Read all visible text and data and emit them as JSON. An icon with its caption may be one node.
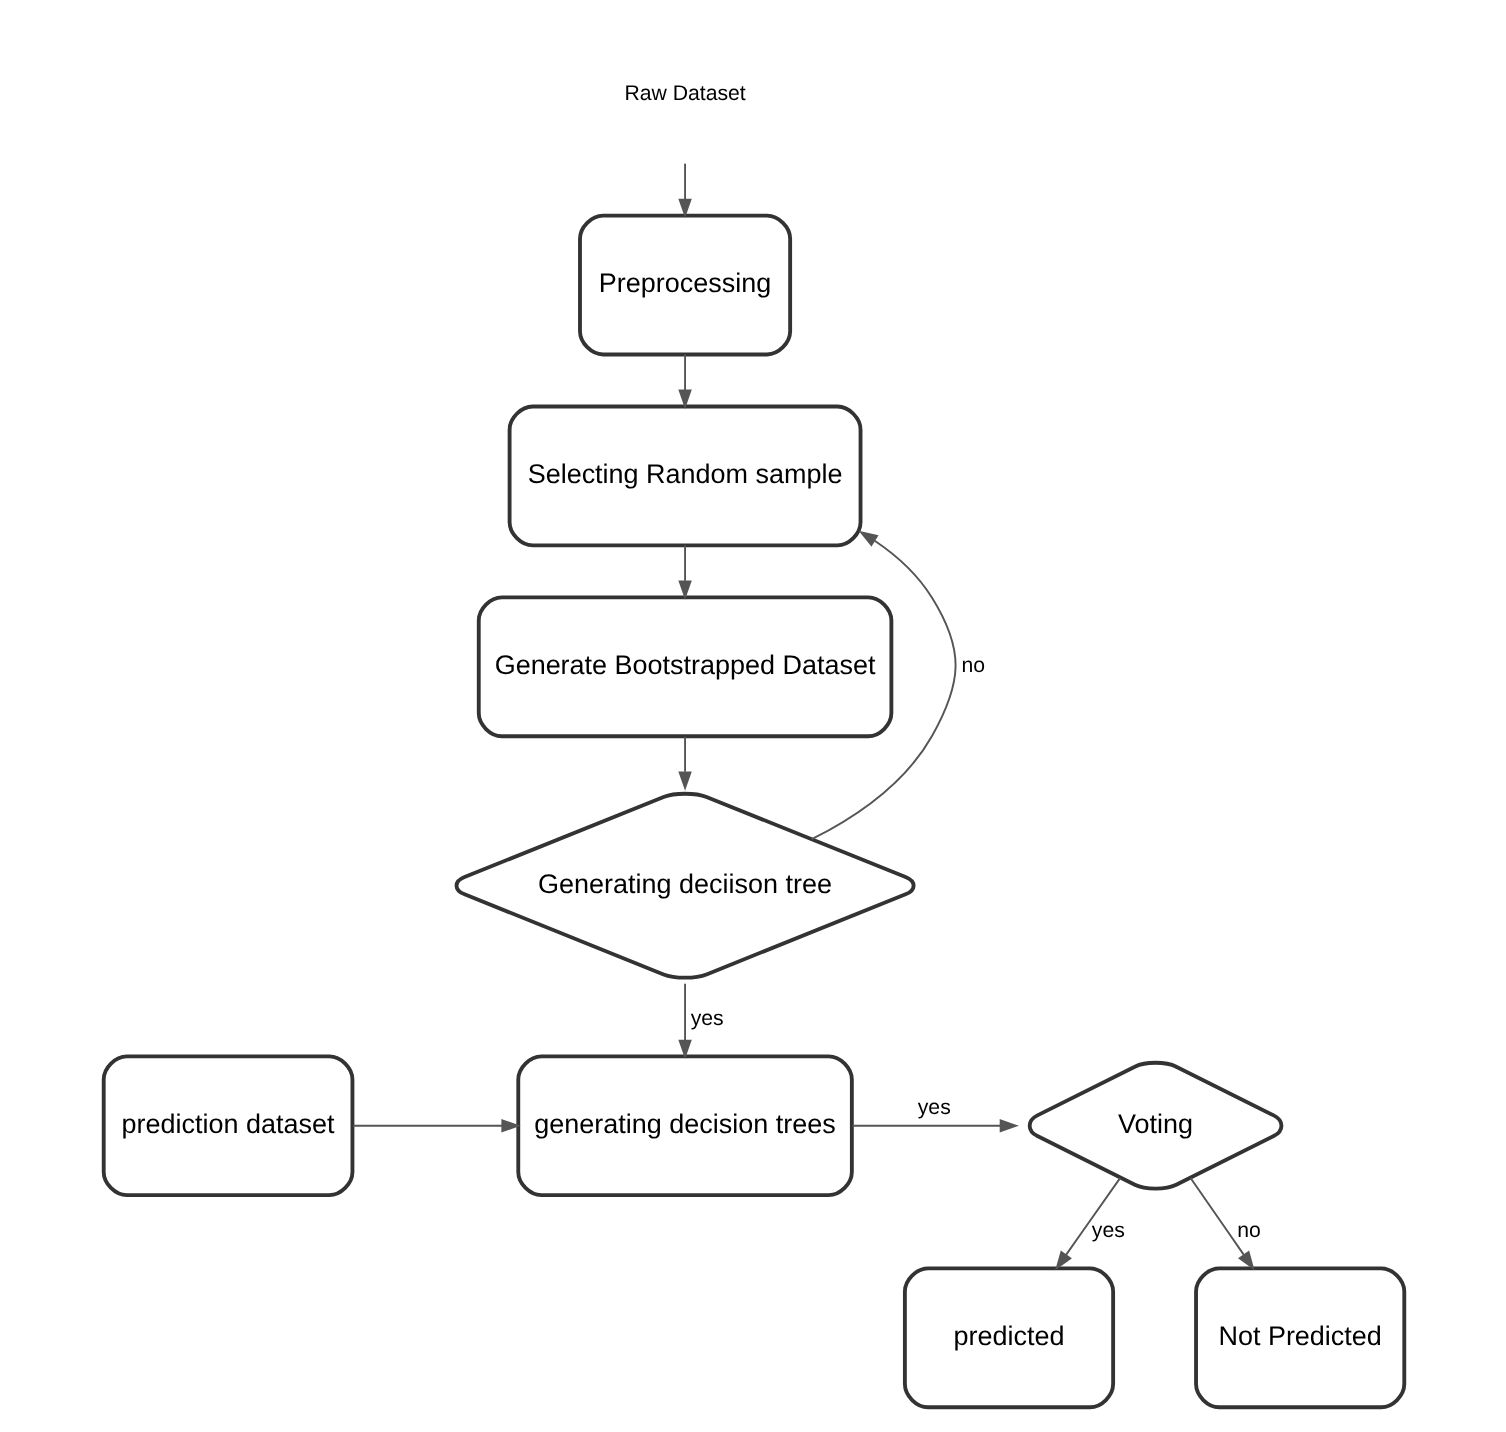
{
  "diagram": {
    "nodes": [
      {
        "text": [
          "Raw Dataset"
        ]
      },
      {
        "text": [
          "Preprocessing"
        ]
      },
      {
        "text": [
          "Selecting Random sample"
        ]
      },
      {
        "text": [
          "Generate Bootstrapped Dataset"
        ]
      },
      {
        "text": [
          "Generating deciison tree"
        ]
      },
      {
        "text": [
          "prediction dataset"
        ]
      },
      {
        "text": [
          "generating decision trees"
        ]
      },
      {
        "text": [
          "Voting"
        ]
      },
      {
        "text": [
          "predicted"
        ]
      },
      {
        "text": [
          "Not Predicted"
        ]
      }
    ],
    "edges": [
      {
        "from": 0,
        "to": 1,
        "arrow": "to"
      },
      {
        "from": 1,
        "to": 2,
        "arrow": "to"
      },
      {
        "from": 2,
        "to": 3,
        "arrow": "to"
      },
      {
        "from": 3,
        "to": 4,
        "arrow": "to"
      },
      {
        "from": 4,
        "to": 2,
        "arrow": "to",
        "label": "no"
      },
      {
        "from": 4,
        "to": 6,
        "arrow": "to",
        "label": "yes"
      },
      {
        "from": 5,
        "to": 6,
        "arrow": "to"
      },
      {
        "from": 6,
        "to": 7,
        "arrow": "to",
        "label": "yes"
      },
      {
        "from": 7,
        "to": 8,
        "arrow": "to",
        "label": "yes"
      },
      {
        "from": 7,
        "to": 9,
        "arrow": "to",
        "label": "no"
      }
    ]
  }
}
